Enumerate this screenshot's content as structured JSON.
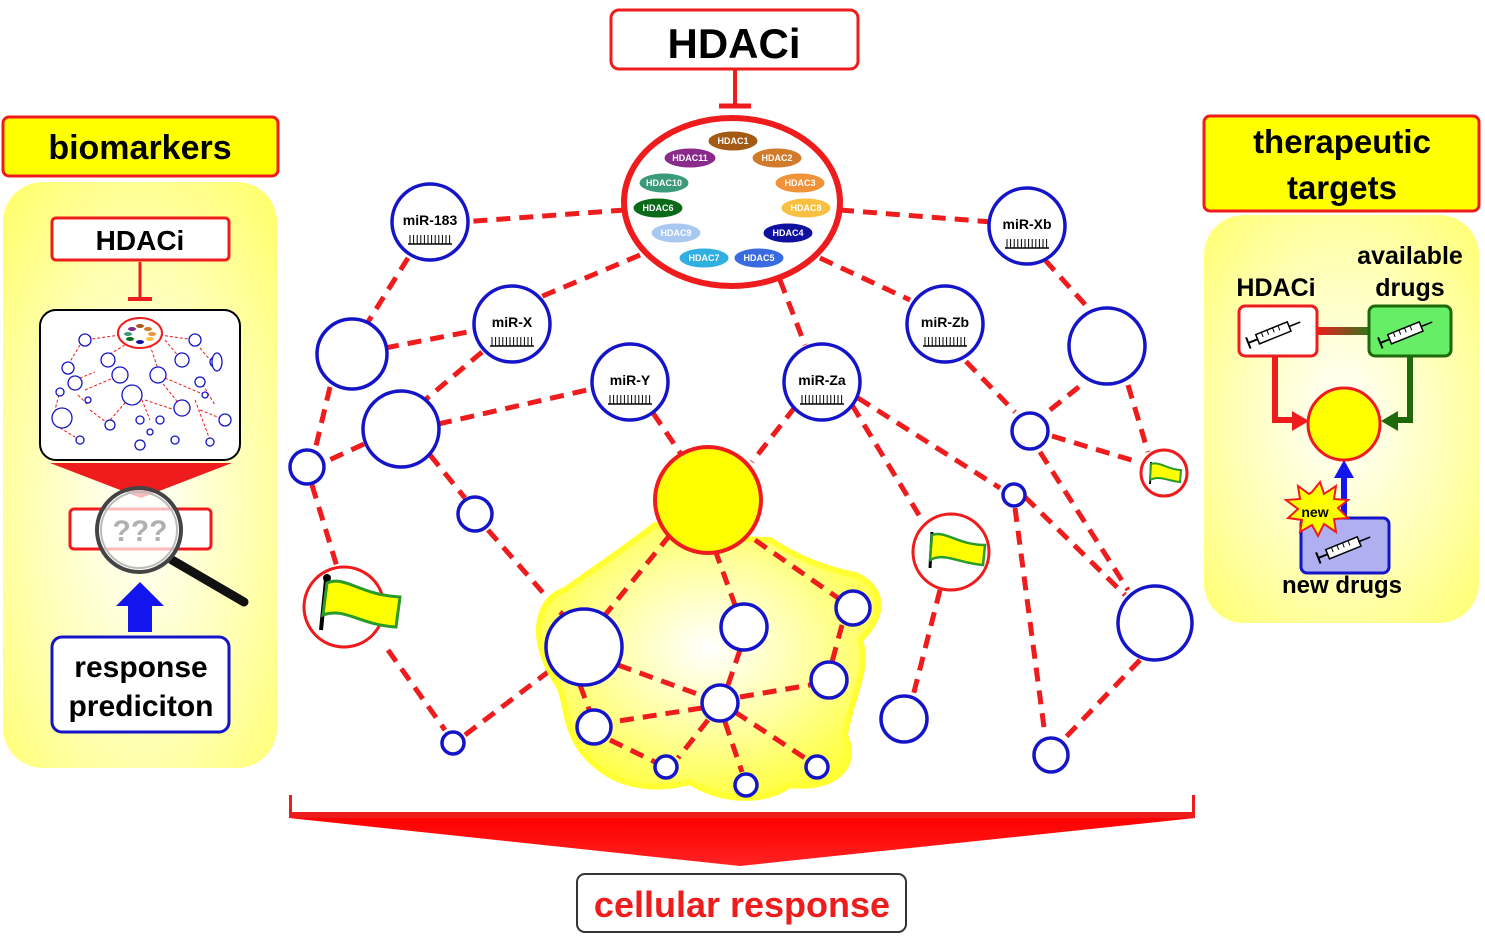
{
  "top": {
    "label": "HDACi"
  },
  "hdac_hub": {
    "enzymes": [
      {
        "label": "HDAC1",
        "color": "#a25a14"
      },
      {
        "label": "HDAC11",
        "color": "#8a2a8a"
      },
      {
        "label": "HDAC2",
        "color": "#d17a2a"
      },
      {
        "label": "HDAC10",
        "color": "#3a9a7a"
      },
      {
        "label": "HDAC3",
        "color": "#f0923a"
      },
      {
        "label": "HDAC6",
        "color": "#0a6a1a"
      },
      {
        "label": "HDAC8",
        "color": "#f8c040"
      },
      {
        "label": "HDAC9",
        "color": "#a8c8f0"
      },
      {
        "label": "HDAC4",
        "color": "#1010a0"
      },
      {
        "label": "HDAC7",
        "color": "#30b0e0"
      },
      {
        "label": "HDAC5",
        "color": "#3a6ae0"
      }
    ]
  },
  "mirnas": {
    "mir183": "miR-183",
    "mirx": "miR-X",
    "miry": "miR-Y",
    "mirza": "miR-Za",
    "mirzb": "miR-Zb",
    "mirxb": "miR-Xb"
  },
  "bottom": {
    "label": "cellular response"
  },
  "left_panel": {
    "title": "biomarkers",
    "hdaci_label": "HDACi",
    "unknown_label": "???",
    "response_label_line1": "response",
    "response_label_line2": "prediciton"
  },
  "right_panel": {
    "title_line1": "therapeutic",
    "title_line2": "targets",
    "hdaci_label": "HDACi",
    "available_line1": "available",
    "available_line2": "drugs",
    "new_badge": "new",
    "new_drugs_label": "new drugs"
  },
  "colors": {
    "red": "#ee1c1c",
    "blue": "#1414c8",
    "yellow": "#ffff00",
    "panel_yellow": "#ffff66",
    "green_drug": "#66ee66",
    "purple_drug": "#b0b0f0"
  }
}
